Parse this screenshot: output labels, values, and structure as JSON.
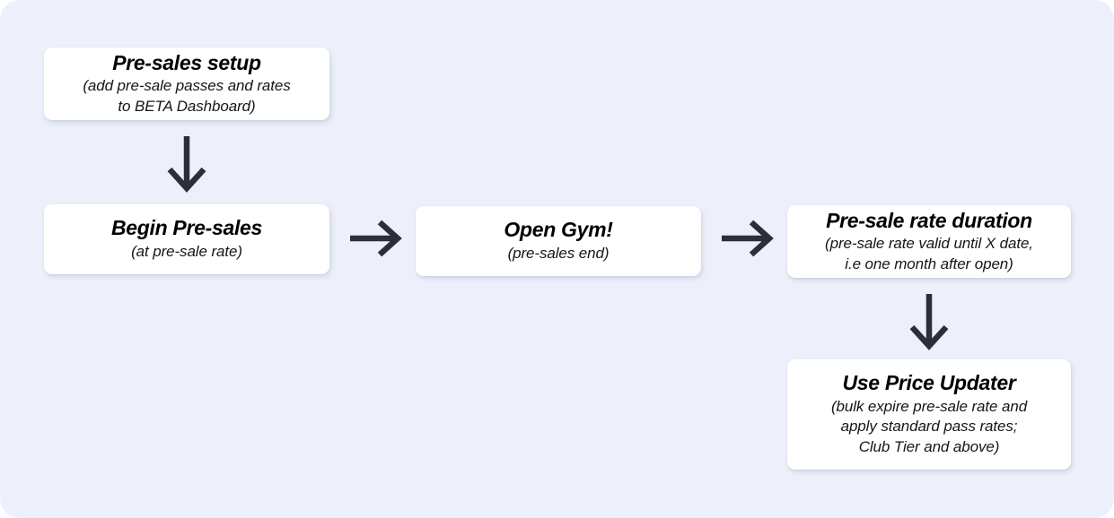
{
  "canvas": {
    "background_color": "#edf0fa",
    "card_background_color": "#ffffff",
    "text_color": "#000000",
    "arrow_color": "#2b2e3b"
  },
  "diagram": {
    "type": "flowchart",
    "nodes": [
      {
        "id": "presales-setup",
        "title": "Pre-sales setup",
        "subtitle": "(add pre-sale passes and rates to BETA Dashboard)",
        "subtitle_lines": [
          "(add pre-sale passes and rates",
          "to BETA Dashboard)"
        ]
      },
      {
        "id": "begin-presales",
        "title": "Begin Pre-sales",
        "subtitle": "(at pre-sale rate)",
        "subtitle_lines": [
          "(at pre-sale rate)"
        ]
      },
      {
        "id": "open-gym",
        "title": "Open Gym!",
        "subtitle": "(pre-sales end)",
        "subtitle_lines": [
          "(pre-sales end)"
        ]
      },
      {
        "id": "rate-duration",
        "title": "Pre-sale rate duration",
        "subtitle": "(pre-sale rate valid until X date, i.e one month after open)",
        "subtitle_lines": [
          "(pre-sale rate valid until X date,",
          "i.e one month after open)"
        ]
      },
      {
        "id": "price-updater",
        "title": "Use Price Updater",
        "subtitle": "(bulk expire pre-sale rate and apply standard pass rates; Club Tier and above)",
        "subtitle_lines": [
          "(bulk expire pre-sale rate and",
          "apply standard pass rates;",
          "Club Tier and above)"
        ]
      }
    ],
    "edges": [
      {
        "id": "setup-to-begin",
        "from": "presales-setup",
        "to": "begin-presales",
        "direction": "down"
      },
      {
        "id": "begin-to-open",
        "from": "begin-presales",
        "to": "open-gym",
        "direction": "right"
      },
      {
        "id": "open-to-duration",
        "from": "open-gym",
        "to": "rate-duration",
        "direction": "right"
      },
      {
        "id": "duration-to-updater",
        "from": "rate-duration",
        "to": "price-updater",
        "direction": "down"
      }
    ]
  }
}
